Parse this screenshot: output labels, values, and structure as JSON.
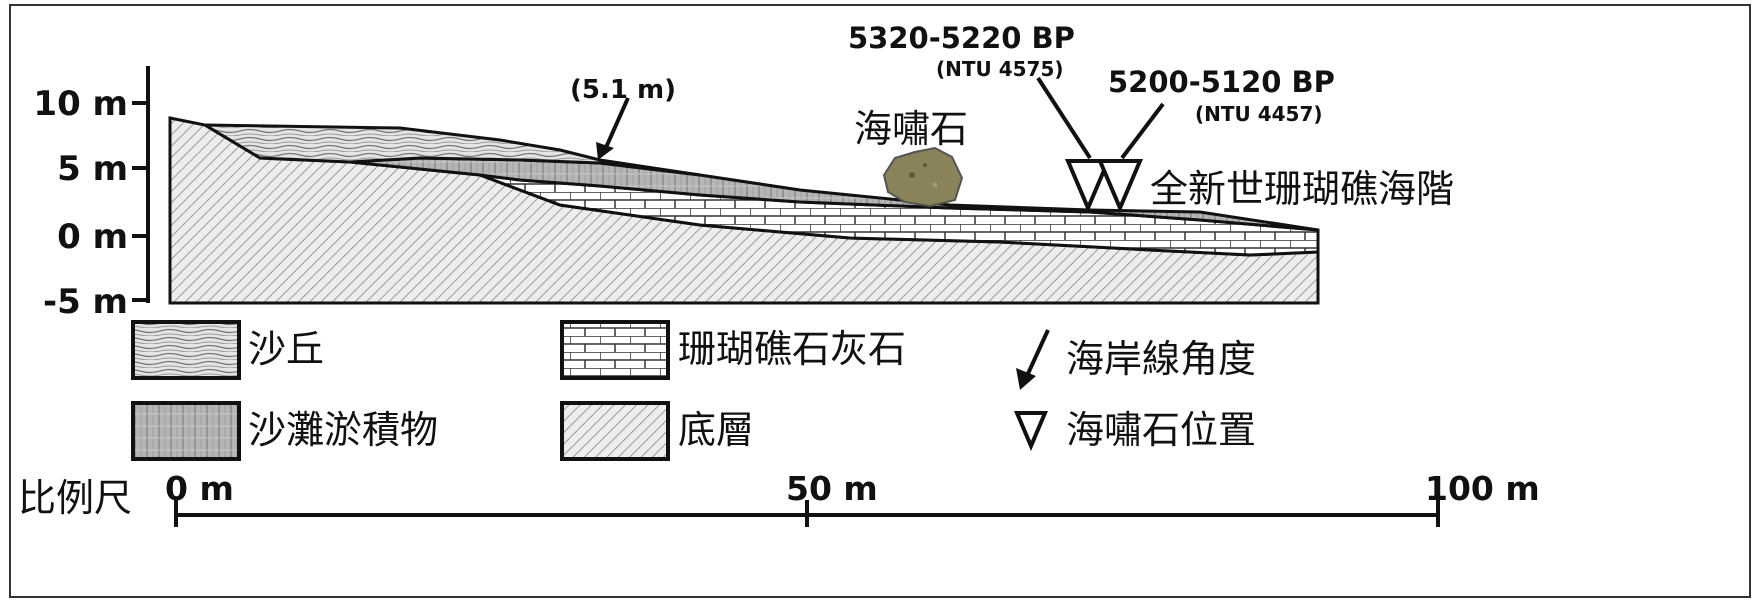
{
  "axis": {
    "y_ticks": [
      "10 m",
      "5 m",
      "0 m",
      "-5 m"
    ]
  },
  "profile": {
    "height_label": "(5.1 m)",
    "boulder_label": "海嘯石",
    "terrace_label": "全新世珊瑚礁海階",
    "dates": [
      {
        "age": "5320-5220 BP",
        "lab": "(NTU 4575)"
      },
      {
        "age": "5200-5120 BP",
        "lab": "(NTU 4457)"
      }
    ]
  },
  "legend": {
    "dune": "沙丘",
    "coral_limestone": "珊瑚礁石灰石",
    "shoreline_angle": "海岸線角度",
    "beach_deposit": "沙灘淤積物",
    "bedrock": "底層",
    "boulder_position": "海嘯石位置"
  },
  "scale_bar": {
    "title": "比例尺",
    "ticks": [
      "0 m",
      "50 m",
      "100 m"
    ]
  },
  "colors": {
    "line": "#111111",
    "bedrock_hatch": "#9a9a9a",
    "boulder": "#8a8258"
  }
}
